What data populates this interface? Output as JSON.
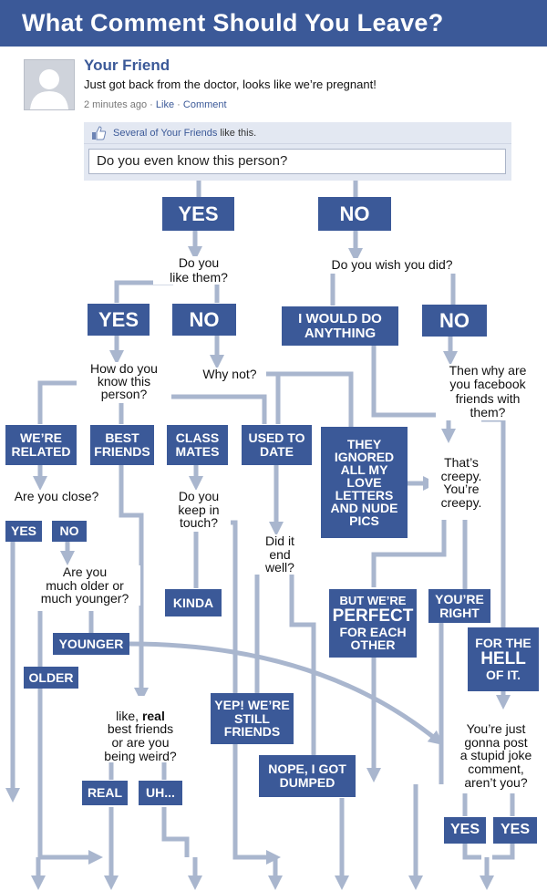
{
  "header": {
    "title": "What Comment Should You Leave?"
  },
  "post": {
    "name": "Your Friend",
    "status": "Just got back from the doctor, looks like we’re pregnant!",
    "time": "2 minutes ago",
    "sep": "·",
    "like": "Like",
    "comment": "Comment",
    "likes_link": "Several of Your Friends",
    "likes_text": " like this.",
    "comment_question": "Do you even know this person?"
  },
  "boxes": {
    "yes1": "YES",
    "no1": "NO",
    "yes2": "YES",
    "no2": "NO",
    "anything": "I WOULD DO\nANYTHING",
    "no3": "NO",
    "related": "WE’RE\nRELATED",
    "best": "BEST\nFRIENDS",
    "class": "CLASS\nMATES",
    "date": "USED TO\nDATE",
    "ignored": "THEY\nIGNORED\nALL MY\nLOVE\nLETTERS\nAND NUDE\nPICS",
    "yes3": "YES",
    "no4": "NO",
    "kinda": "KINDA",
    "perfect_a": "BUT WE’RE",
    "perfect_b": "PERFECT",
    "perfect_c": "FOR EACH\nOTHER",
    "right": "YOU’RE\nRIGHT",
    "hell_a": "FOR THE",
    "hell_b": "HELL",
    "hell_c": "OF IT.",
    "younger": "YOUNGER",
    "older": "OLDER",
    "still": "YEP! WE’RE\nSTILL\nFRIENDS",
    "dumped": "NOPE, I GOT\nDUMPED",
    "real": "REAL",
    "uh": "UH...",
    "yes4": "YES",
    "yes5": "YES"
  },
  "questions": {
    "like_them": "Do you\nlike them?",
    "wish": "Do you wish you did?",
    "how_know": "How do you\nknow this\nperson?",
    "why_not": "Why not?",
    "why_fb": "Then why are\nyou facebook\nfriends with\nthem?",
    "close": "Are you close?",
    "keep_touch": "Do you\nkeep in\ntouch?",
    "creepy": "That’s\ncreepy.\nYou’re\ncreepy.",
    "end_well": "Did it\nend well?",
    "older_younger": "Are you\nmuch older or\nmuch younger?",
    "real_a": "like, ",
    "real_b": "real",
    "real_c": "\nbest friends\nor are you\nbeing weird?",
    "joke": "You’re just\ngonna post\na stupid joke\ncomment,\naren’t you?"
  },
  "colors": {
    "brand": "#3b5998",
    "line": "#a9b6ce"
  }
}
